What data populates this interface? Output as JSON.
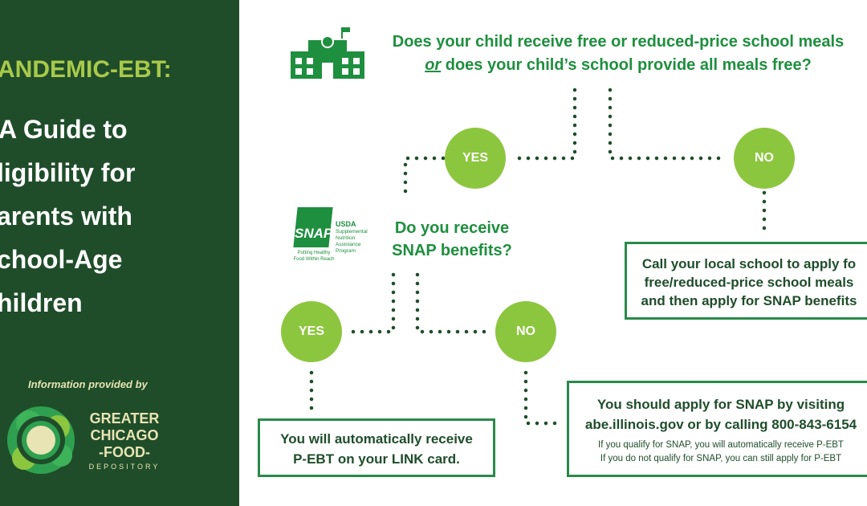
{
  "sidebar": {
    "title_line1": "ANDEMIC-EBT:",
    "title_lines": [
      "A Guide to",
      "ligibility for",
      "arents with",
      "chool-Age",
      "hildren"
    ],
    "info_label": "Information provided by",
    "org_logo": {
      "line1": "GREATER",
      "line2": "CHICAGO",
      "line3": "-FOOD-",
      "line4": "DEPOSITORY"
    }
  },
  "flow": {
    "question1": {
      "line1": "Does your child receive free or reduced-price school meals",
      "line2_em": "or",
      "line2_rest": " does your child’s school provide all meals free?",
      "icon": "school-icon"
    },
    "yes1": "YES",
    "no1": "NO",
    "no1_result": [
      "Call your local school to apply fo",
      "free/reduced-price school meals",
      "and then apply for SNAP benefits"
    ],
    "snap_logo": {
      "brand": "SNAP",
      "usda": "USDA",
      "program": [
        "Supplemental",
        "Nutrition",
        "Assistance",
        "Program"
      ],
      "tagline": "Putting Healthy Food Within Reach"
    },
    "question2": [
      "Do you receive",
      "SNAP benefits?"
    ],
    "yes2": "YES",
    "no2": "NO",
    "yes2_result": [
      "You will automatically receive",
      "P-EBT on your LINK card."
    ],
    "no2_result": {
      "line1": "You should apply for SNAP by visiting",
      "line2": "abe.illinois.gov or by calling 800-843-6154",
      "note1": "If you qualify for SNAP, you will automatically receive P-EBT",
      "note2": "If you do not qualify for SNAP, you can still apply for P-EBT"
    }
  },
  "colors": {
    "dark_green": "#1f4d2a",
    "accent_green": "#1e8f3e",
    "circle_green": "#8cc63f",
    "title_green": "#a8c94a"
  }
}
